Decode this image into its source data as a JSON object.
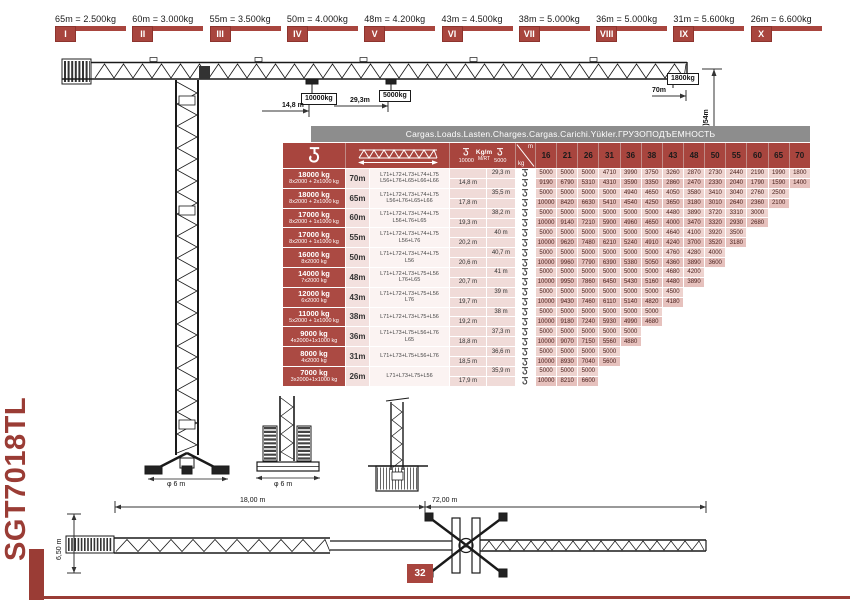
{
  "page": {
    "number": "32",
    "model": "SGT7018TL"
  },
  "top_bars": {
    "items": [
      {
        "numeral": "I",
        "label": "65m = 2.500kg"
      },
      {
        "numeral": "II",
        "label": "60m = 3.000kg"
      },
      {
        "numeral": "III",
        "label": "55m = 3.500kg"
      },
      {
        "numeral": "IV",
        "label": "50m = 4.000kg"
      },
      {
        "numeral": "V",
        "label": "48m = 4.200kg"
      },
      {
        "numeral": "VI",
        "label": "43m = 4.500kg"
      },
      {
        "numeral": "VII",
        "label": "38m = 5.000kg"
      },
      {
        "numeral": "VIII",
        "label": "36m = 5.000kg"
      },
      {
        "numeral": "IX",
        "label": "31m = 5.600kg"
      },
      {
        "numeral": "X",
        "label": "26m = 6.600kg"
      }
    ]
  },
  "diagram": {
    "max_load": "10000kg",
    "max_load_radius": "14,8 m",
    "mid_load": "5000kg",
    "mid_load_radius": "29,3m",
    "tip_load": "1800kg",
    "jib_length": "70m",
    "hook_height": "(H)54m",
    "base_width_1": "φ 6 m",
    "base_width_2": "φ 6 m"
  },
  "plan": {
    "rear_dim": "18,00 m",
    "front_dim": "72,00 m",
    "width_dim": "6,50 m"
  },
  "table": {
    "title": "Cargas.Loads.Lasten.Charges.Cargas.Carichi.Yükler.ГРУЗОПОДЪЕМНОСТЬ",
    "header": {
      "hook4_value": "10000",
      "hook2_value": "5000",
      "kgm_line1": "Kg/m",
      "kgm_line2": "M/RT",
      "corner_top": "m",
      "corner_bottom": "kg"
    },
    "radii": [
      "16",
      "21",
      "26",
      "31",
      "36",
      "38",
      "43",
      "48",
      "50",
      "55",
      "60",
      "65",
      "70"
    ],
    "rows": [
      {
        "ballast": "18000 kg",
        "ballast_detail": "8x2000 + 2x1000 kg",
        "jib": "70m",
        "config": "L71+L72+L73+L74+L75",
        "config2": "L56+L76+L65+L66+L66",
        "radius_10000": "14,8 m",
        "radius_5000": "29,3 m",
        "loads_5000": [
          5000,
          5000,
          5000,
          4710,
          3990,
          3750,
          3260,
          2870,
          2730,
          2440,
          2190,
          1990,
          1800
        ],
        "loads_10000": [
          9190,
          6790,
          5310,
          4310,
          3590,
          3350,
          2860,
          2470,
          2330,
          2040,
          1790,
          1590,
          1400
        ]
      },
      {
        "ballast": "18000 kg",
        "ballast_detail": "8x2000 + 2x1000 kg",
        "jib": "65m",
        "config": "L71+L72+L73+L74+L75",
        "config2": "L56+L76+L65+L66",
        "radius_10000": "17,8 m",
        "radius_5000": "35,5 m",
        "loads_5000": [
          5000,
          5000,
          5000,
          5000,
          4940,
          4650,
          4050,
          3580,
          3410,
          3040,
          2760,
          2500
        ],
        "loads_10000": [
          10000,
          8420,
          6630,
          5410,
          4540,
          4250,
          3650,
          3180,
          3010,
          2640,
          2360,
          2100
        ]
      },
      {
        "ballast": "17000 kg",
        "ballast_detail": "8x2000 + 1x1000 kg",
        "jib": "60m",
        "config": "L71+L72+L73+L74+L75",
        "config2": "L56+L76+L65",
        "radius_10000": "19,3 m",
        "radius_5000": "38,2 m",
        "loads_5000": [
          5000,
          5000,
          5000,
          5000,
          5000,
          5000,
          4480,
          3890,
          3720,
          3310,
          3000
        ],
        "loads_10000": [
          10000,
          9140,
          7210,
          5900,
          4960,
          4650,
          4000,
          3470,
          3320,
          2930,
          2680
        ]
      },
      {
        "ballast": "17000 kg",
        "ballast_detail": "8x2000 + 1x1000 kg",
        "jib": "55m",
        "config": "L71+L72+L73+L74+L75",
        "config2": "L56+L76",
        "radius_10000": "20,2 m",
        "radius_5000": "40 m",
        "loads_5000": [
          5000,
          5000,
          5000,
          5000,
          5000,
          5000,
          4640,
          4100,
          3920,
          3500
        ],
        "loads_10000": [
          10000,
          9620,
          7480,
          6210,
          5240,
          4910,
          4240,
          3700,
          3520,
          3180
        ]
      },
      {
        "ballast": "16000 kg",
        "ballast_detail": "8x2000 kg",
        "jib": "50m",
        "config": "L71+L72+L73+L74+L75",
        "config2": "L56",
        "radius_10000": "20,6 m",
        "radius_5000": "40,7 m",
        "loads_5000": [
          5000,
          5000,
          5000,
          5000,
          5000,
          5000,
          4760,
          4280,
          4000
        ],
        "loads_10000": [
          10000,
          9960,
          7790,
          6390,
          5380,
          5050,
          4360,
          3890,
          3600
        ]
      },
      {
        "ballast": "14000 kg",
        "ballast_detail": "7x2000 kg",
        "jib": "48m",
        "config": "L71+L72+L73+L75+L56",
        "config2": "L76+L65",
        "radius_10000": "20,7 m",
        "radius_5000": "41 m",
        "loads_5000": [
          5000,
          5000,
          5000,
          5000,
          5000,
          5000,
          4680,
          4200
        ],
        "loads_10000": [
          10000,
          9950,
          7860,
          6450,
          5430,
          5160,
          4480,
          3890
        ]
      },
      {
        "ballast": "12000 kg",
        "ballast_detail": "6x2000 kg",
        "jib": "43m",
        "config": "L71+L72+L73+L75+L56",
        "config2": "L76",
        "radius_10000": "19,7 m",
        "radius_5000": "39 m",
        "loads_5000": [
          5000,
          5000,
          5000,
          5000,
          5000,
          5000,
          4500
        ],
        "loads_10000": [
          10000,
          9430,
          7460,
          6110,
          5140,
          4820,
          4180
        ]
      },
      {
        "ballast": "11000 kg",
        "ballast_detail": "5x2000 + 1x1000 kg",
        "jib": "38m",
        "config": "L71+L72+L73+L75+L56",
        "config2": "",
        "radius_10000": "19,2 m",
        "radius_5000": "38 m",
        "loads_5000": [
          5000,
          5000,
          5000,
          5000,
          5000,
          5000
        ],
        "loads_10000": [
          10000,
          9180,
          7240,
          5930,
          4990,
          4680
        ]
      },
      {
        "ballast": "9000 kg",
        "ballast_detail": "4x2000+1x1000 kg",
        "jib": "36m",
        "config": "L71+L73+L75+L56+L76",
        "config2": "L65",
        "radius_10000": "18,8 m",
        "radius_5000": "37,3 m",
        "loads_5000": [
          5000,
          5000,
          5000,
          5000,
          5000
        ],
        "loads_10000": [
          10000,
          9070,
          7150,
          5560,
          4880
        ]
      },
      {
        "ballast": "8000 kg",
        "ballast_detail": "4x2000 kg",
        "jib": "31m",
        "config": "L71+L73+L75+L56+L76",
        "config2": "",
        "radius_10000": "18,5 m",
        "radius_5000": "36,6 m",
        "loads_5000": [
          5000,
          5000,
          5000,
          5000
        ],
        "loads_10000": [
          10000,
          8930,
          7040,
          5600
        ]
      },
      {
        "ballast": "7000 kg",
        "ballast_detail": "3x2000+1x1000 kg",
        "jib": "26m",
        "config": "L71+L73+L75+L56",
        "config2": "",
        "radius_10000": "17,9 m",
        "radius_5000": "35,9 m",
        "loads_5000": [
          5000,
          5000,
          5000
        ],
        "loads_10000": [
          10000,
          8210,
          6600
        ]
      }
    ]
  }
}
